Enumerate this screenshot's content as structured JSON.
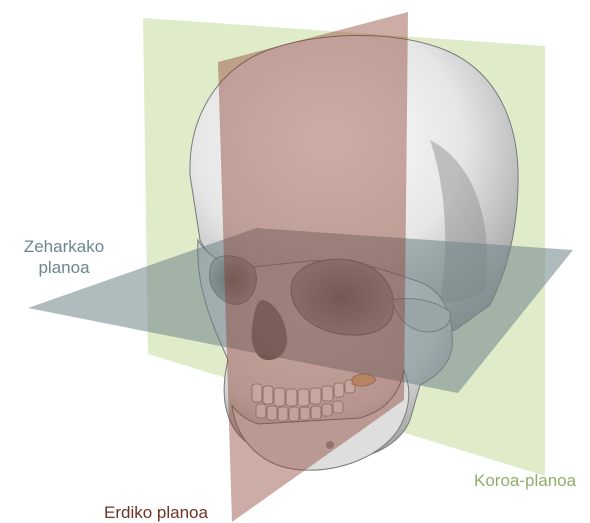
{
  "labels": {
    "transverse_line1": "Zeharkako",
    "transverse_line2": "planoa",
    "coronal": "Koroa-planoa",
    "sagittal": "Erdiko planoa"
  },
  "colors": {
    "transverse": "#6f8389",
    "coronal": "#c7dc9c",
    "sagittal": "#8a3a2c",
    "label_transverse": "#6c8690",
    "label_coronal": "#8fae6a",
    "label_sagittal": "#6b3525",
    "bone": "#eeeeee",
    "bone_shadow": "#8f8f8f"
  },
  "icons": {
    "skull": "skull-3d-icon"
  }
}
